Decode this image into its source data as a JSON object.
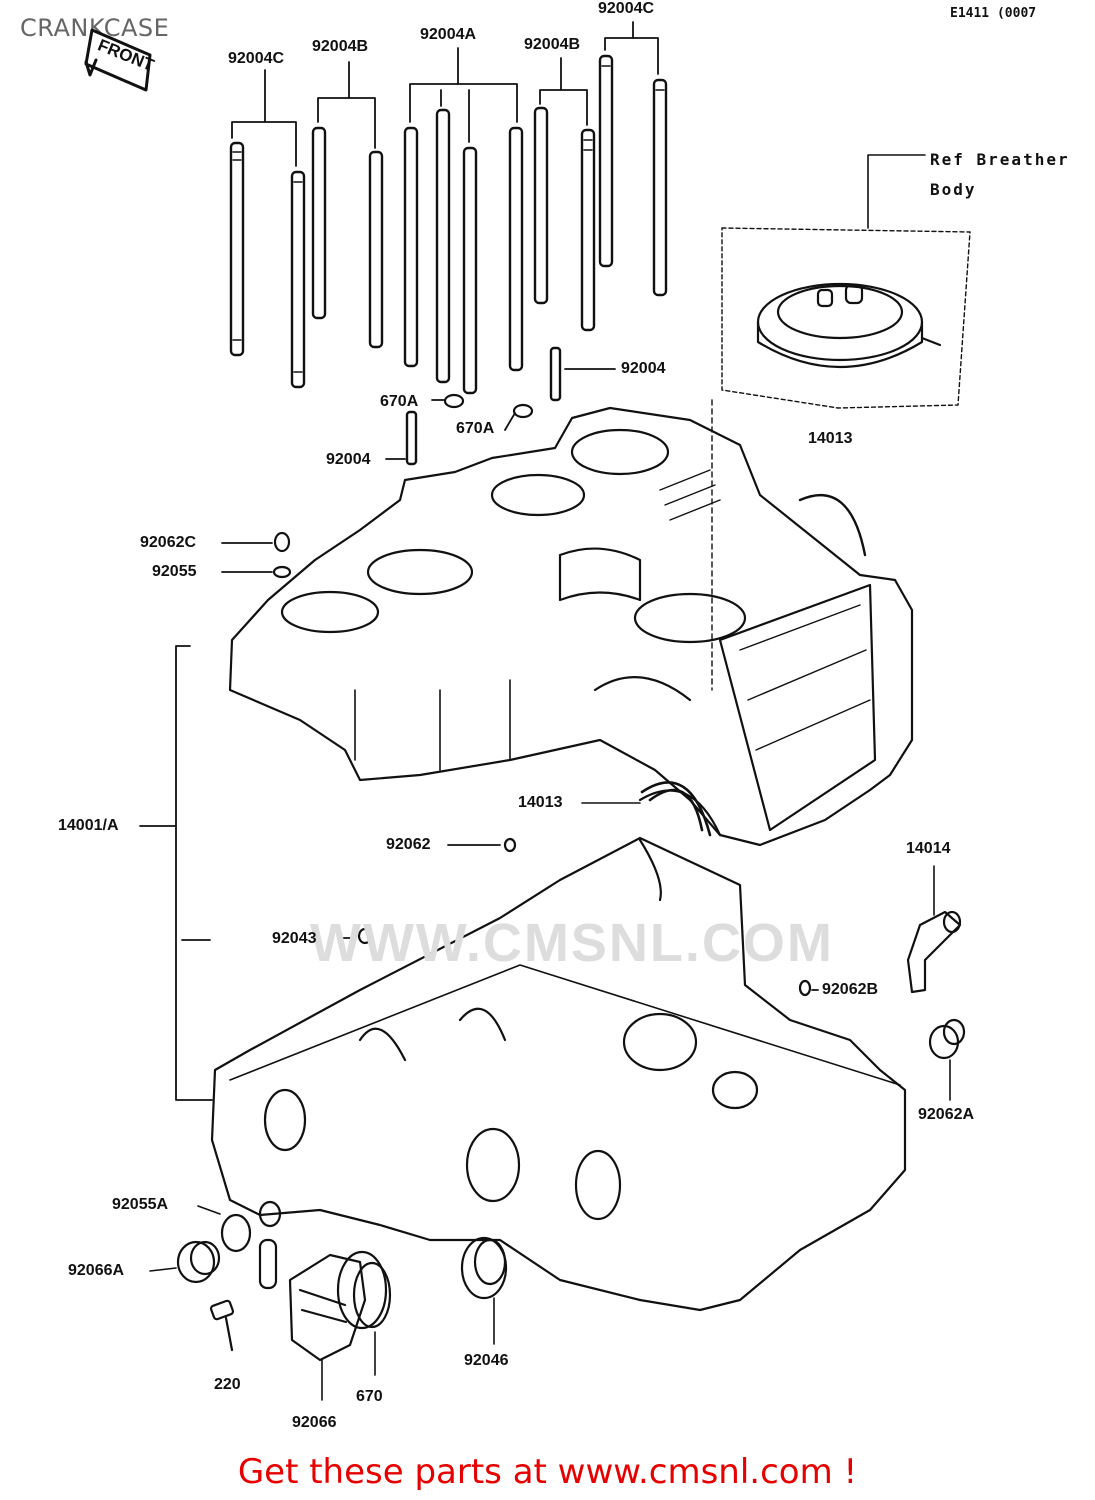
{
  "header": {
    "title": "CRANKCASE",
    "figure_code": "E1411 (0007",
    "front_marker": "FRONT"
  },
  "labels": {
    "l_92004C_top": "92004C",
    "l_92004C_left": "92004C",
    "l_92004B_left": "92004B",
    "l_92004A": "92004A",
    "l_92004B_right": "92004B",
    "l_92004_right": "92004",
    "l_670A_left": "670A",
    "l_670A_mid": "670A",
    "l_92004_left": "92004",
    "l_14013_top": "14013",
    "l_92062C": "92062C",
    "l_92055": "92055",
    "l_14001A": "14001/A",
    "l_14013_mid": "14013",
    "l_92062": "92062",
    "l_14014": "14014",
    "l_92043": "92043",
    "l_92062B": "92062B",
    "l_92062A": "92062A",
    "l_92055A": "92055A",
    "l_92066A": "92066A",
    "l_220": "220",
    "l_92066": "92066",
    "l_670": "670",
    "l_92046": "92046"
  },
  "breather_ref": {
    "line1": "Ref Breather",
    "line2": "Body"
  },
  "watermark": "WWW.CMSNL.COM",
  "footer": {
    "cta": "Get these parts at www.cmsnl.com !"
  }
}
